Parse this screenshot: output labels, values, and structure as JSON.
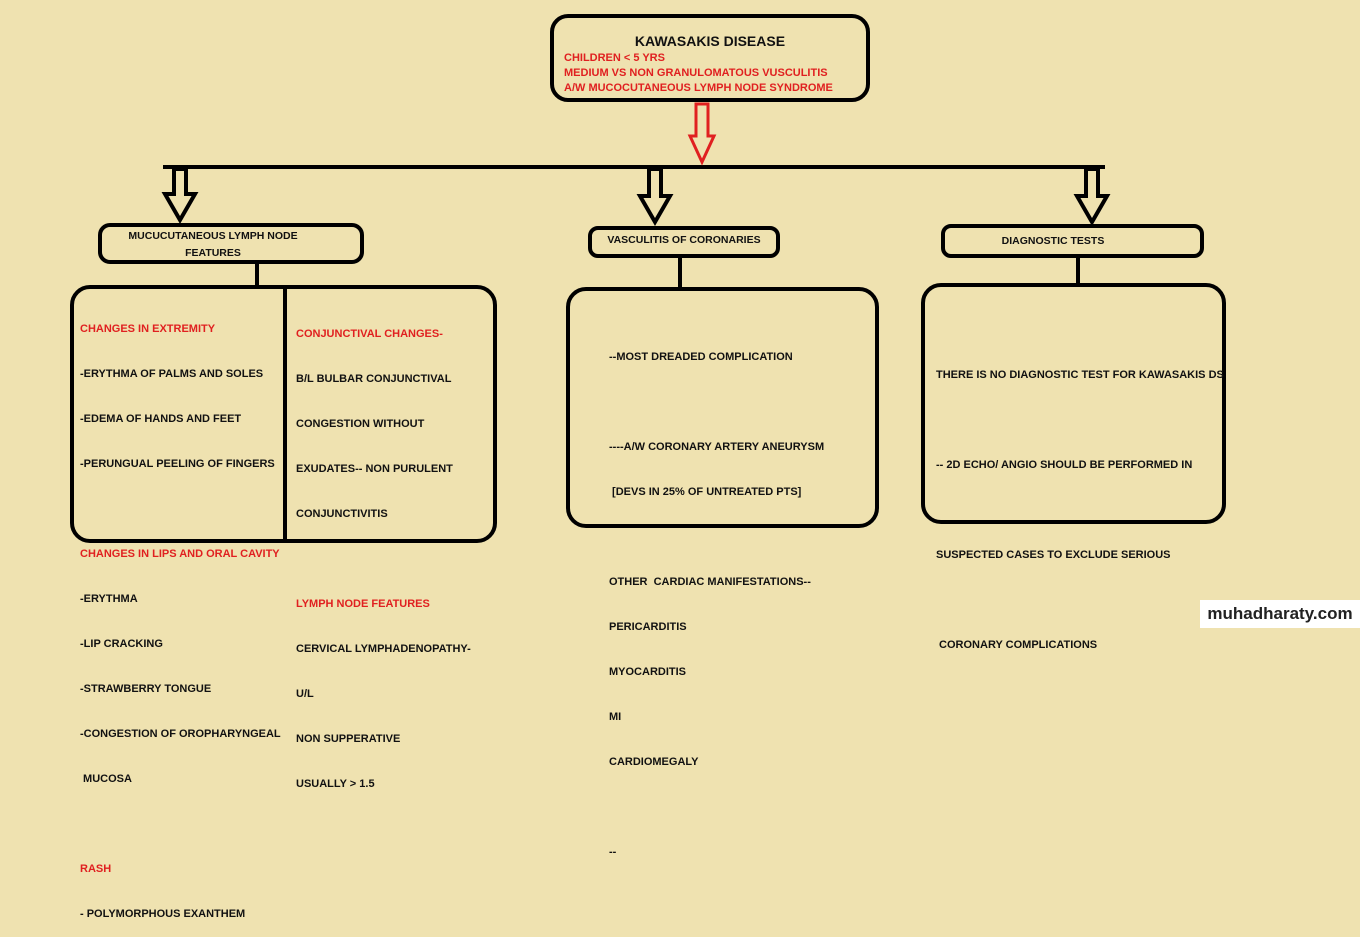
{
  "top": {
    "title": "KAWASAKIS DISEASE",
    "lines": [
      "CHILDREN < 5 YRS",
      "MEDIUM VS NON GRANULOMATOUS VUSCULITIS",
      "A/W MUCOCUTANEOUS LYMPH NODE SYNDROME"
    ]
  },
  "branches": [
    {
      "label_1": "MUCUCUTANEOUS LYMPH NODE",
      "label_2": "FEATURES"
    },
    {
      "label_1": "VASCULITIS OF CORONARIES"
    },
    {
      "label_1": "DIAGNOSTIC TESTS"
    }
  ],
  "mlnf": {
    "extremity": {
      "heading": "CHANGES IN EXTREMITY",
      "items": [
        "-ERYTHMA OF PALMS AND SOLES",
        "-EDEMA OF HANDS AND FEET",
        "-PERUNGUAL PEELING OF FINGERS"
      ]
    },
    "lips": {
      "heading": "CHANGES IN LIPS AND ORAL CAVITY",
      "items": [
        "-ERYTHMA",
        "-LIP CRACKING",
        "-STRAWBERRY TONGUE",
        "-CONGESTION OF OROPHARYNGEAL",
        " MUCOSA"
      ]
    },
    "rash": {
      "heading": "RASH",
      "items": [
        "- POLYMORPHOUS EXANTHEM"
      ]
    },
    "conj": {
      "heading": "CONJUNCTIVAL CHANGES-",
      "items": [
        "B/L BULBAR CONJUNCTIVAL",
        "CONGESTION WITHOUT",
        "EXUDATES-- NON PURULENT",
        "CONJUNCTIVITIS"
      ]
    },
    "lymph": {
      "heading": "LYMPH NODE FEATURES",
      "items": [
        "CERVICAL LYMPHADENOPATHY-",
        "U/L",
        "NON SUPPERATIVE",
        "USUALLY > 1.5"
      ]
    }
  },
  "vasc": {
    "l1": "--MOST DREADED COMPLICATION",
    "l2": "----A/W CORONARY ARTERY ANEURYSM",
    "l3": " [DEVS IN 25% OF UNTREATED PTS]",
    "l4": "OTHER  CARDIAC MANIFESTATIONS--",
    "items": [
      "PERICARDITIS",
      "MYOCARDITIS",
      "MI",
      "CARDIOMEGALY"
    ],
    "l5": "--"
  },
  "diag": {
    "lines": [
      "THERE IS NO DIAGNOSTIC TEST FOR KAWASAKIS DS",
      "-- 2D ECHO/ ANGIO SHOULD BE PERFORMED IN",
      "SUSPECTED CASES TO EXCLUDE SERIOUS",
      " CORONARY COMPLICATIONS"
    ]
  },
  "watermark": "muhadharaty.com",
  "colors": {
    "bg": "#efe2b0",
    "heading": "#e02020",
    "stroke": "#000000"
  }
}
